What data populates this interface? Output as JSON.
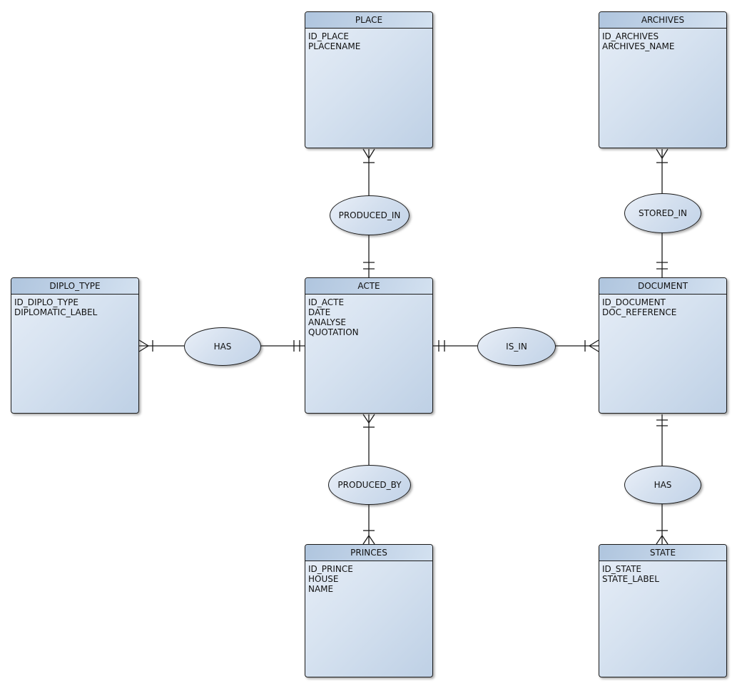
{
  "diagram": {
    "kind": "entity-relationship-diagram",
    "background": "#ffffff",
    "accent_colors": {
      "entity_header": "#b6c9e1",
      "entity_body_light": "#e7eef7",
      "entity_body_dark": "#bed0e5",
      "border": "#1a1a1a"
    }
  },
  "entities": {
    "place": {
      "name": "PLACE",
      "attributes": [
        "ID_PLACE",
        "PLACENAME"
      ]
    },
    "archives": {
      "name": "ARCHIVES",
      "attributes": [
        "ID_ARCHIVES",
        "ARCHIVES_NAME"
      ]
    },
    "diplo_type": {
      "name": "DIPLO_TYPE",
      "attributes": [
        "ID_DIPLO_TYPE",
        "DIPLOMATIC_LABEL"
      ]
    },
    "acte": {
      "name": "ACTE",
      "attributes": [
        "ID_ACTE",
        "DATE",
        "ANALYSE",
        "QUOTATION"
      ]
    },
    "document": {
      "name": "DOCUMENT",
      "attributes": [
        "ID_DOCUMENT",
        "DOC_REFERENCE"
      ]
    },
    "princes": {
      "name": "PRINCES",
      "attributes": [
        "ID_PRINCE",
        "HOUSE",
        "NAME"
      ]
    },
    "state": {
      "name": "STATE",
      "attributes": [
        "ID_STATE",
        "STATE_LABEL"
      ]
    }
  },
  "relationships": {
    "produced_in": {
      "label": "PRODUCED_IN",
      "from_entity": "PLACE",
      "from_cardinality": "many (crow's foot + tick)",
      "to_entity": "ACTE",
      "to_cardinality": "exactly one (double tick)"
    },
    "stored_in": {
      "label": "STORED_IN",
      "from_entity": "ARCHIVES",
      "from_cardinality": "many (crow's foot + tick)",
      "to_entity": "DOCUMENT",
      "to_cardinality": "exactly one (double tick)"
    },
    "has_left": {
      "label": "HAS",
      "from_entity": "DIPLO_TYPE",
      "from_cardinality": "many (crow's foot + tick)",
      "to_entity": "ACTE",
      "to_cardinality": "exactly one (double tick)"
    },
    "is_in": {
      "label": "IS_IN",
      "from_entity": "ACTE",
      "from_cardinality": "exactly one (double tick)",
      "to_entity": "DOCUMENT",
      "to_cardinality": "many (crow's foot + tick)"
    },
    "produced_by": {
      "label": "PRODUCED_BY",
      "from_entity": "ACTE",
      "from_cardinality": "many (crow's foot + tick)",
      "to_entity": "PRINCES",
      "to_cardinality": "many (crow's foot + tick)"
    },
    "has_right": {
      "label": "HAS",
      "from_entity": "DOCUMENT",
      "from_cardinality": "exactly one (double tick)",
      "to_entity": "STATE",
      "to_cardinality": "many (crow's foot + tick)"
    }
  }
}
